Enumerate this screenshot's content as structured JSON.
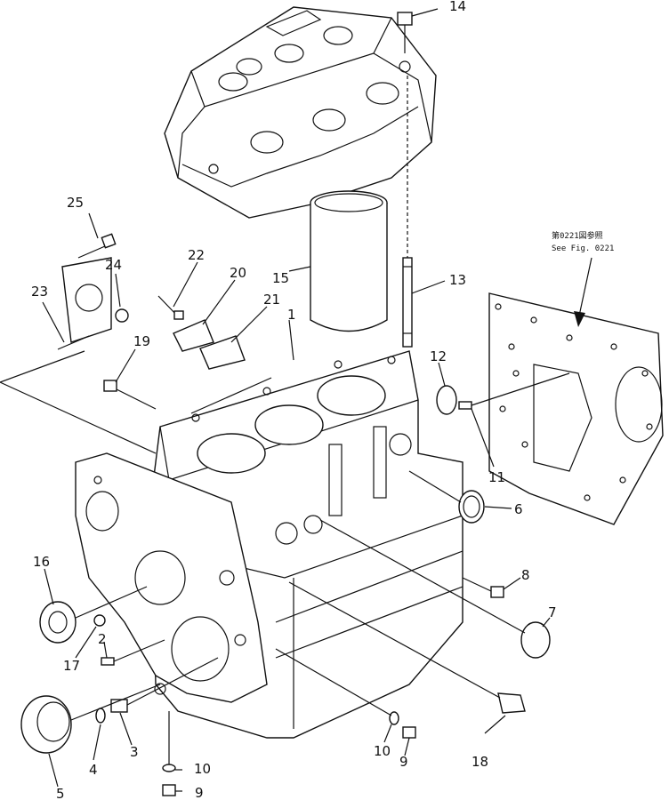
{
  "reference_note": {
    "line1": "第0221図参照",
    "line2": "See Fig. 0221"
  },
  "callouts": {
    "c1": "1",
    "c2": "2",
    "c3": "3",
    "c4": "4",
    "c5": "5",
    "c6": "6",
    "c7": "7",
    "c8": "8",
    "c9a": "9",
    "c9b": "9",
    "c10a": "10",
    "c10b": "10",
    "c11": "11",
    "c12": "12",
    "c13": "13",
    "c14": "14",
    "c15": "15",
    "c16": "16",
    "c17": "17",
    "c18": "18",
    "c19": "19",
    "c20": "20",
    "c21": "21",
    "c22": "22",
    "c23": "23",
    "c24": "24",
    "c25": "25"
  }
}
